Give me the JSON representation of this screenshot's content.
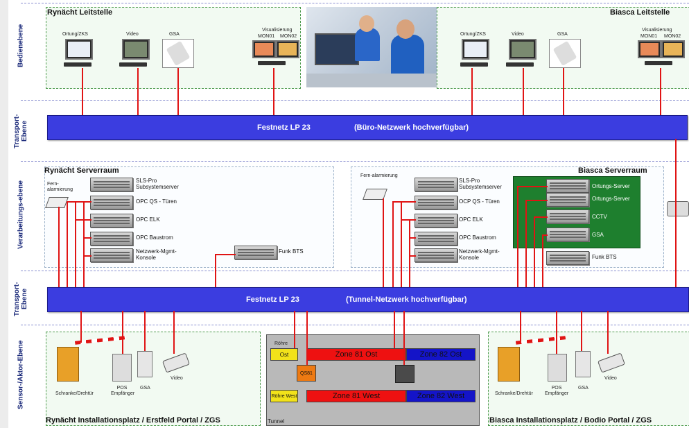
{
  "layers": {
    "bedien": "Bedienebene",
    "transport1": "Transport-Ebene",
    "verarbeitung": "Verarbeitungs-ebene",
    "transport2": "Transport-Ebene",
    "sensor": "Sensor-/Aktor-Ebene"
  },
  "bedien_left": {
    "title": "Rynächt Leitstelle",
    "devices": [
      "Ortung/ZKS",
      "Video",
      "GSA"
    ],
    "visu": "Visualisierung",
    "mon1": "MON01",
    "mon2": "MON02"
  },
  "bedien_right": {
    "title": "Biasca Leitstelle",
    "devices": [
      "Ortung/ZKS",
      "Video",
      "GSA"
    ],
    "visu": "Visualisierung",
    "mon1": "MON01",
    "mon2": "MON02"
  },
  "bus1": {
    "name": "Festnetz  LP 23",
    "desc": "(Büro-Netzwerk hochverfügbar)"
  },
  "server_left": {
    "title": "Rynächt Serverraum",
    "fern": "Fern-alarmierung",
    "servers": [
      "SLS-Pro Subsystemserver",
      "OPC QS - Türen",
      "OPC ELK",
      "OPC Baustrom",
      "Netzwerk-Mgmt-Konsole"
    ],
    "funk": "Funk BTS"
  },
  "server_right": {
    "title": "Biasca Serverraum",
    "fern": "Fern-alarmierung",
    "servers": [
      "SLS-Pro Subsystemserver",
      "OCP QS - Türen",
      "OPC ELK",
      "OPC Baustrom",
      "Netzwerk-Mgmt-Konsole"
    ],
    "green": [
      "Ortungs-Server",
      "Ortungs-Server",
      "CCTV",
      "GSA"
    ],
    "funk": "Funk BTS"
  },
  "bus2": {
    "name": "Festnetz  LP 23",
    "desc": "(Tunnel-Netzwerk hochverfügbar)"
  },
  "install_left": {
    "title": "Rynächt Installationsplatz / Erstfeld Portal / ZGS",
    "schranke": "Schranke/Drehtür",
    "pos": "POS Empfänger",
    "gsa": "GSA",
    "video": "Video"
  },
  "install_right": {
    "title": "Biasca Installationsplatz / Bodio Portal / ZGS",
    "schranke": "Schranke/Drehtür",
    "pos": "POS Empfänger",
    "gsa": "GSA",
    "video": "Video"
  },
  "tunnel": {
    "label": "Tunnel",
    "roehre": "Röhre",
    "ost": "Ost",
    "west": "Röhre West",
    "qs": "QS81",
    "zones": [
      "Zone 81 Ost",
      "Zone 82 Ost",
      "Zone 81 West",
      "Zone 82 West"
    ]
  },
  "colors": {
    "bus": "#3b3de0",
    "wire": "#e01414",
    "zone_red": "#ee1111",
    "zone_blue": "#1414c8",
    "green_box": "#1e7f2e"
  }
}
